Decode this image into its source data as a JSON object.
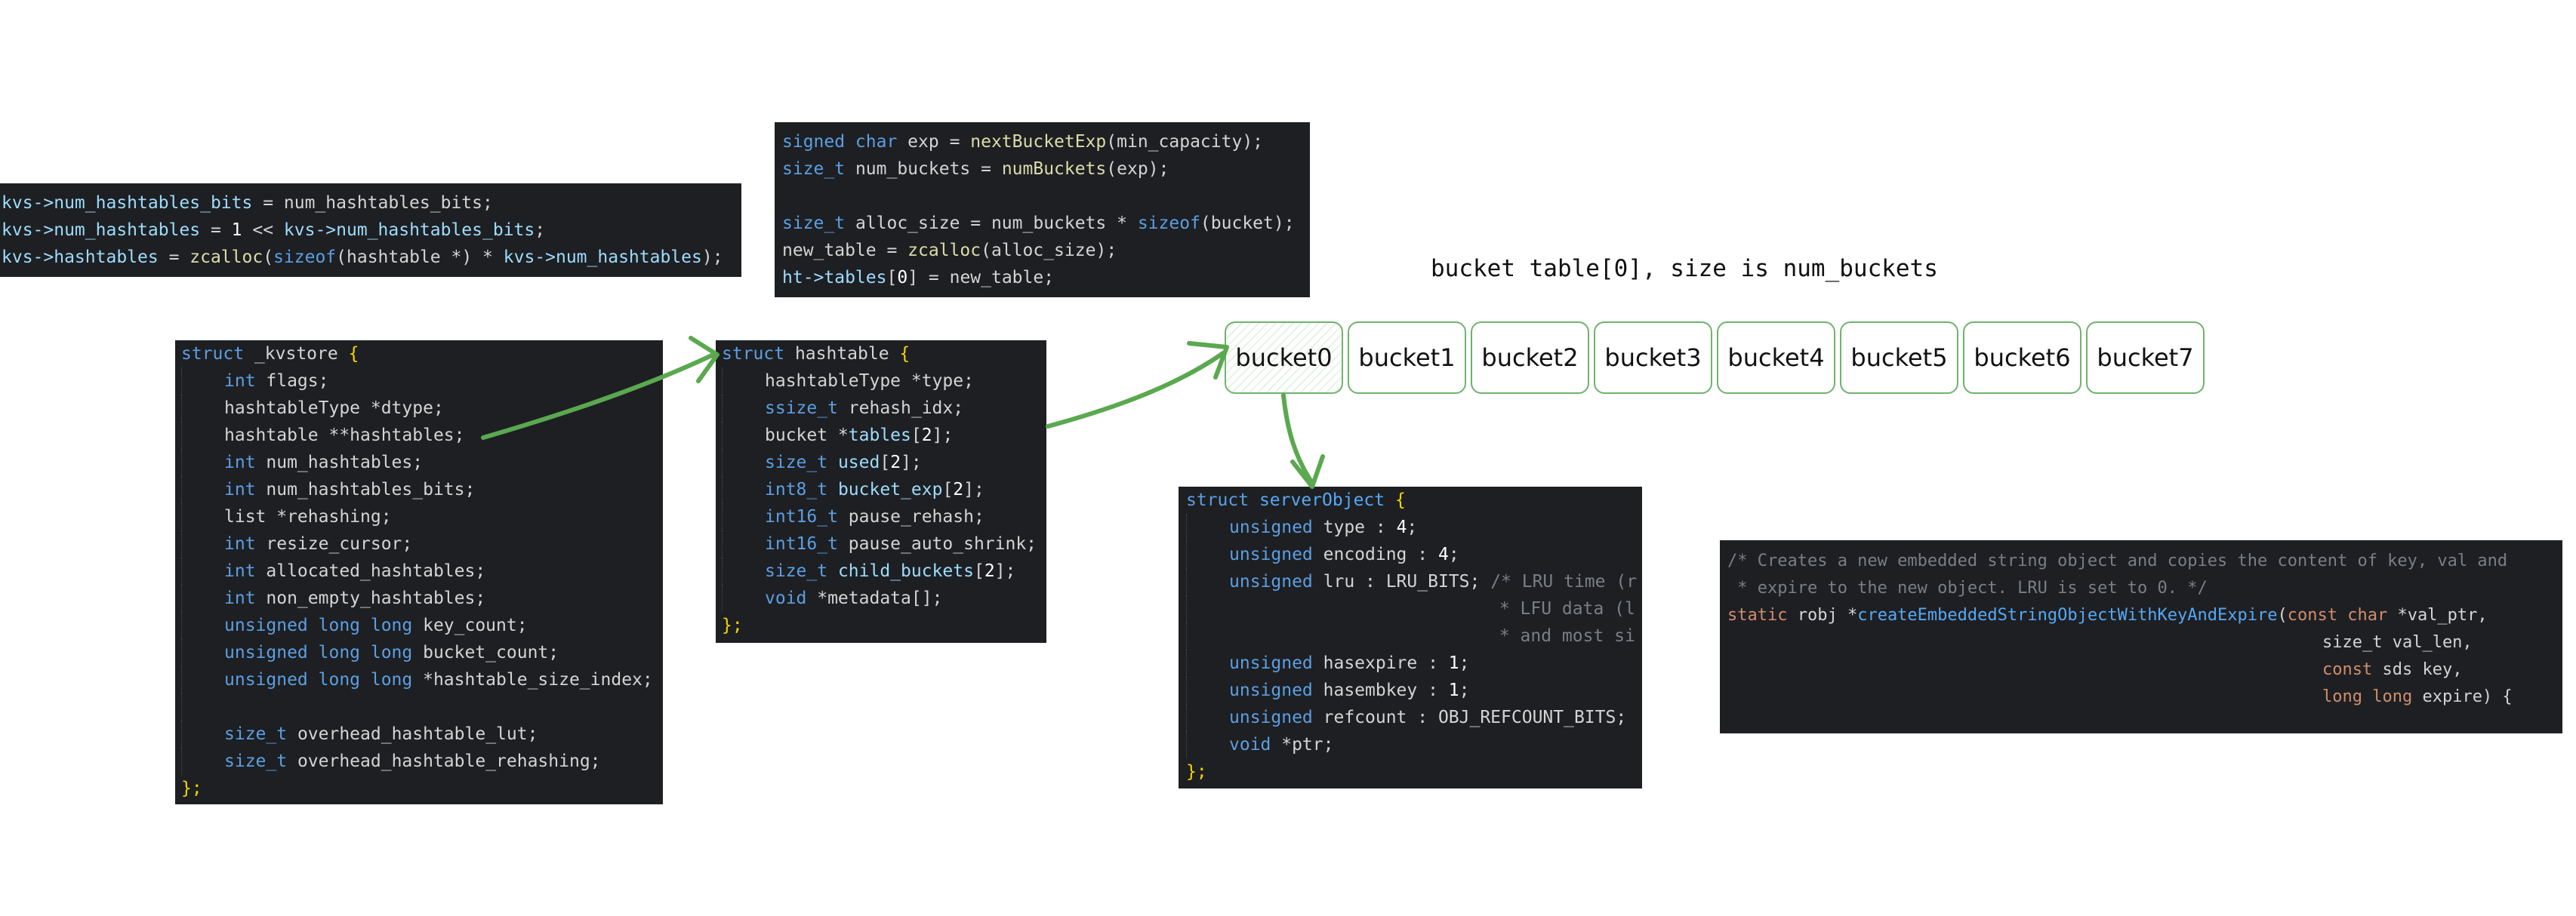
{
  "snippets": {
    "kvs_init": {
      "lines": [
        [
          {
            "c": "fld",
            "t": "kvs->num_hashtables_bits"
          },
          {
            "c": "plain",
            "t": " = num_hashtables_bits;"
          }
        ],
        [
          {
            "c": "fld",
            "t": "kvs->num_hashtables"
          },
          {
            "c": "plain",
            "t": " = "
          },
          {
            "c": "num",
            "t": "1"
          },
          {
            "c": "plain",
            "t": " << "
          },
          {
            "c": "fld",
            "t": "kvs->num_hashtables_bits"
          },
          {
            "c": "plain",
            "t": ";"
          }
        ],
        [
          {
            "c": "fld",
            "t": "kvs->hashtables"
          },
          {
            "c": "plain",
            "t": " = "
          },
          {
            "c": "fn",
            "t": "zcalloc"
          },
          {
            "c": "bkt",
            "t": "("
          },
          {
            "c": "kw",
            "t": "sizeof"
          },
          {
            "c": "bkt",
            "t": "("
          },
          {
            "c": "plain",
            "t": "hashtable *"
          },
          {
            "c": "bkt",
            "t": ")"
          },
          {
            "c": "plain",
            "t": " * "
          },
          {
            "c": "fld",
            "t": "kvs->num_hashtables"
          },
          {
            "c": "bkt",
            "t": ")"
          },
          {
            "c": "plain",
            "t": ";"
          }
        ]
      ]
    },
    "table_alloc": {
      "lines": [
        [
          {
            "c": "kw",
            "t": "signed char"
          },
          {
            "c": "plain",
            "t": " exp = "
          },
          {
            "c": "fn",
            "t": "nextBucketExp"
          },
          {
            "c": "bkt",
            "t": "("
          },
          {
            "c": "plain",
            "t": "min_capacity"
          },
          {
            "c": "bkt",
            "t": ")"
          },
          {
            "c": "plain",
            "t": ";"
          }
        ],
        [
          {
            "c": "kw",
            "t": "size_t"
          },
          {
            "c": "plain",
            "t": " num_buckets = "
          },
          {
            "c": "fn",
            "t": "numBuckets"
          },
          {
            "c": "bkt",
            "t": "("
          },
          {
            "c": "plain",
            "t": "exp"
          },
          {
            "c": "bkt",
            "t": ")"
          },
          {
            "c": "plain",
            "t": ";"
          }
        ],
        [],
        [
          {
            "c": "kw",
            "t": "size_t"
          },
          {
            "c": "plain",
            "t": " alloc_size = num_buckets * "
          },
          {
            "c": "kw",
            "t": "sizeof"
          },
          {
            "c": "bkt",
            "t": "("
          },
          {
            "c": "plain",
            "t": "bucket"
          },
          {
            "c": "bkt",
            "t": ")"
          },
          {
            "c": "plain",
            "t": ";"
          }
        ],
        [
          {
            "c": "plain",
            "t": "new_table = "
          },
          {
            "c": "fn",
            "t": "zcalloc"
          },
          {
            "c": "bkt",
            "t": "("
          },
          {
            "c": "plain",
            "t": "alloc_size"
          },
          {
            "c": "bkt",
            "t": ")"
          },
          {
            "c": "plain",
            "t": ";"
          }
        ],
        [
          {
            "c": "fld",
            "t": "ht->tables"
          },
          {
            "c": "bkt",
            "t": "["
          },
          {
            "c": "num",
            "t": "0"
          },
          {
            "c": "bkt",
            "t": "]"
          },
          {
            "c": "plain",
            "t": " = new_table;"
          }
        ]
      ]
    },
    "kvstore_struct": {
      "lines": [
        [
          {
            "c": "kw",
            "t": "struct"
          },
          {
            "c": "plain",
            "t": " _kvstore "
          },
          {
            "c": "br",
            "t": "{"
          }
        ],
        [
          {
            "c": "g",
            "t": ""
          },
          {
            "c": "kw",
            "t": "int"
          },
          {
            "c": "plain",
            "t": " flags;"
          }
        ],
        [
          {
            "c": "g",
            "t": ""
          },
          {
            "c": "plain",
            "t": "hashtableType *dtype;"
          }
        ],
        [
          {
            "c": "g",
            "t": ""
          },
          {
            "c": "plain",
            "t": "hashtable **hashtables;"
          }
        ],
        [
          {
            "c": "g",
            "t": ""
          },
          {
            "c": "kw",
            "t": "int"
          },
          {
            "c": "plain",
            "t": " num_hashtables;"
          }
        ],
        [
          {
            "c": "g",
            "t": ""
          },
          {
            "c": "kw",
            "t": "int"
          },
          {
            "c": "plain",
            "t": " num_hashtables_bits;"
          }
        ],
        [
          {
            "c": "g",
            "t": ""
          },
          {
            "c": "plain",
            "t": "list *rehashing;"
          }
        ],
        [
          {
            "c": "g",
            "t": ""
          },
          {
            "c": "kw",
            "t": "int"
          },
          {
            "c": "plain",
            "t": " resize_cursor;"
          }
        ],
        [
          {
            "c": "g",
            "t": ""
          },
          {
            "c": "kw",
            "t": "int"
          },
          {
            "c": "plain",
            "t": " allocated_hashtables;"
          }
        ],
        [
          {
            "c": "g",
            "t": ""
          },
          {
            "c": "kw",
            "t": "int"
          },
          {
            "c": "plain",
            "t": " non_empty_hashtables;"
          }
        ],
        [
          {
            "c": "g",
            "t": ""
          },
          {
            "c": "kw",
            "t": "unsigned long long"
          },
          {
            "c": "plain",
            "t": " key_count;"
          }
        ],
        [
          {
            "c": "g",
            "t": ""
          },
          {
            "c": "kw",
            "t": "unsigned long long"
          },
          {
            "c": "plain",
            "t": " bucket_count;"
          }
        ],
        [
          {
            "c": "g",
            "t": ""
          },
          {
            "c": "kw",
            "t": "unsigned long long"
          },
          {
            "c": "plain",
            "t": " *hashtable_size_index;"
          }
        ],
        [
          {
            "c": "gg",
            "t": ""
          }
        ],
        [
          {
            "c": "g",
            "t": ""
          },
          {
            "c": "kw",
            "t": "size_t"
          },
          {
            "c": "plain",
            "t": " overhead_hashtable_lut;"
          }
        ],
        [
          {
            "c": "g",
            "t": ""
          },
          {
            "c": "kw",
            "t": "size_t"
          },
          {
            "c": "plain",
            "t": " overhead_hashtable_rehashing;"
          }
        ],
        [
          {
            "c": "br",
            "t": "};"
          }
        ]
      ]
    },
    "hashtable_struct": {
      "lines": [
        [
          {
            "c": "kw",
            "t": "struct"
          },
          {
            "c": "plain",
            "t": " hashtable "
          },
          {
            "c": "br",
            "t": "{"
          }
        ],
        [
          {
            "c": "g",
            "t": ""
          },
          {
            "c": "plain",
            "t": "hashtableType *type;"
          }
        ],
        [
          {
            "c": "g",
            "t": ""
          },
          {
            "c": "kw",
            "t": "ssize_t"
          },
          {
            "c": "plain",
            "t": " rehash_idx;"
          }
        ],
        [
          {
            "c": "g",
            "t": ""
          },
          {
            "c": "plain",
            "t": "bucket *"
          },
          {
            "c": "fld",
            "t": "tables"
          },
          {
            "c": "bkt",
            "t": "["
          },
          {
            "c": "num",
            "t": "2"
          },
          {
            "c": "bkt",
            "t": "]"
          },
          {
            "c": "plain",
            "t": ";"
          }
        ],
        [
          {
            "c": "g",
            "t": ""
          },
          {
            "c": "kw",
            "t": "size_t"
          },
          {
            "c": "plain",
            "t": " "
          },
          {
            "c": "fld",
            "t": "used"
          },
          {
            "c": "bkt",
            "t": "["
          },
          {
            "c": "num",
            "t": "2"
          },
          {
            "c": "bkt",
            "t": "]"
          },
          {
            "c": "plain",
            "t": ";"
          }
        ],
        [
          {
            "c": "g",
            "t": ""
          },
          {
            "c": "kw",
            "t": "int8_t"
          },
          {
            "c": "plain",
            "t": " "
          },
          {
            "c": "fld",
            "t": "bucket_exp"
          },
          {
            "c": "bkt",
            "t": "["
          },
          {
            "c": "num",
            "t": "2"
          },
          {
            "c": "bkt",
            "t": "]"
          },
          {
            "c": "plain",
            "t": ";"
          }
        ],
        [
          {
            "c": "g",
            "t": ""
          },
          {
            "c": "kw",
            "t": "int16_t"
          },
          {
            "c": "plain",
            "t": " pause_rehash;"
          }
        ],
        [
          {
            "c": "g",
            "t": ""
          },
          {
            "c": "kw",
            "t": "int16_t"
          },
          {
            "c": "plain",
            "t": " pause_auto_shrink;"
          }
        ],
        [
          {
            "c": "g",
            "t": ""
          },
          {
            "c": "kw",
            "t": "size_t"
          },
          {
            "c": "plain",
            "t": " "
          },
          {
            "c": "fld",
            "t": "child_buckets"
          },
          {
            "c": "bkt",
            "t": "["
          },
          {
            "c": "num",
            "t": "2"
          },
          {
            "c": "bkt",
            "t": "]"
          },
          {
            "c": "plain",
            "t": ";"
          }
        ],
        [
          {
            "c": "g",
            "t": ""
          },
          {
            "c": "kw",
            "t": "void"
          },
          {
            "c": "plain",
            "t": " *metadata"
          },
          {
            "c": "bkt",
            "t": "[]"
          },
          {
            "c": "plain",
            "t": ";"
          }
        ],
        [
          {
            "c": "br",
            "t": "};"
          }
        ]
      ]
    },
    "serverobject_struct": {
      "lines": [
        [
          {
            "c": "kw",
            "t": "struct"
          },
          {
            "c": "plain",
            "t": " "
          },
          {
            "c": "fnb",
            "t": "serverObject"
          },
          {
            "c": "plain",
            "t": " "
          },
          {
            "c": "br",
            "t": "{"
          }
        ],
        [
          {
            "c": "g",
            "t": ""
          },
          {
            "c": "kw",
            "t": "unsigned"
          },
          {
            "c": "plain",
            "t": " type : "
          },
          {
            "c": "num",
            "t": "4"
          },
          {
            "c": "plain",
            "t": ";"
          }
        ],
        [
          {
            "c": "g",
            "t": ""
          },
          {
            "c": "kw",
            "t": "unsigned"
          },
          {
            "c": "plain",
            "t": " encoding : "
          },
          {
            "c": "num",
            "t": "4"
          },
          {
            "c": "plain",
            "t": ";"
          }
        ],
        [
          {
            "c": "g",
            "t": ""
          },
          {
            "c": "kw",
            "t": "unsigned"
          },
          {
            "c": "plain",
            "t": " lru : LRU_BITS; "
          },
          {
            "c": "cmt",
            "t": "/* LRU time (r"
          }
        ],
        [
          {
            "c": "gg",
            "t": ""
          },
          {
            "c": "cmt",
            "t": " * LFU data (l"
          }
        ],
        [
          {
            "c": "gg",
            "t": ""
          },
          {
            "c": "cmt",
            "t": " * and most si"
          }
        ],
        [
          {
            "c": "g",
            "t": ""
          },
          {
            "c": "kw",
            "t": "unsigned"
          },
          {
            "c": "plain",
            "t": " hasexpire : "
          },
          {
            "c": "num",
            "t": "1"
          },
          {
            "c": "plain",
            "t": ";"
          }
        ],
        [
          {
            "c": "g",
            "t": ""
          },
          {
            "c": "kw",
            "t": "unsigned"
          },
          {
            "c": "plain",
            "t": " hasembkey : "
          },
          {
            "c": "num",
            "t": "1"
          },
          {
            "c": "plain",
            "t": ";"
          }
        ],
        [
          {
            "c": "g",
            "t": ""
          },
          {
            "c": "kw",
            "t": "unsigned"
          },
          {
            "c": "plain",
            "t": " refcount : OBJ_REFCOUNT_BITS;"
          }
        ],
        [
          {
            "c": "g",
            "t": ""
          },
          {
            "c": "kw",
            "t": "void"
          },
          {
            "c": "plain",
            "t": " *ptr;"
          }
        ],
        [
          {
            "c": "br",
            "t": "};"
          }
        ]
      ]
    },
    "embedded_string_fn": {
      "lines": [
        [
          {
            "c": "cmt",
            "t": "/* Creates a new embedded string object and copies the content of key, val and"
          }
        ],
        [
          {
            "c": "cmt",
            "t": " * expire to the new object. LRU is set to 0. */"
          }
        ],
        [
          {
            "c": "kwo",
            "t": "static"
          },
          {
            "c": "plain",
            "t": " robj *"
          },
          {
            "c": "fnb",
            "t": "createEmbeddedStringObjectWithKeyAndExpire"
          },
          {
            "c": "plain",
            "t": "("
          },
          {
            "c": "kwo",
            "t": "const char"
          },
          {
            "c": "plain",
            "t": " *val_ptr,"
          }
        ],
        [
          {
            "c": "pad",
            "t": ""
          },
          {
            "c": "plain",
            "t": "size_t val_len,"
          }
        ],
        [
          {
            "c": "pad",
            "t": ""
          },
          {
            "c": "kwo",
            "t": "const"
          },
          {
            "c": "plain",
            "t": " sds key,"
          }
        ],
        [
          {
            "c": "pad",
            "t": ""
          },
          {
            "c": "kwo",
            "t": "long long"
          },
          {
            "c": "plain",
            "t": " expire) {"
          }
        ]
      ]
    }
  },
  "bucket_table": {
    "caption": "bucket table[0], size is num_buckets",
    "buckets": [
      "bucket0",
      "bucket1",
      "bucket2",
      "bucket3",
      "bucket4",
      "bucket5",
      "bucket6",
      "bucket7"
    ]
  },
  "colors": {
    "code_bg": "#1e1f22",
    "arrow": "#5aa84f",
    "bucket_border": "#6fb36f"
  }
}
